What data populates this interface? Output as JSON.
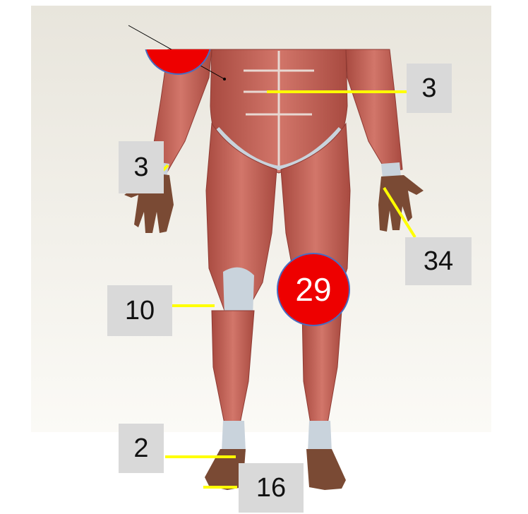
{
  "diagram": {
    "labels": {
      "abdomen": "3",
      "right_wrist": "3",
      "left_hand": "34",
      "knee": "10",
      "ankle": "2",
      "foot": "16"
    },
    "badges": {
      "thigh": "29",
      "shoulder": ""
    },
    "colors": {
      "background_top": "#e8e5dc",
      "background_bottom": "#fbfaf6",
      "label_box": "#d9d9d9",
      "leader_line": "#ffff00",
      "badge_fill": "#ee0000",
      "badge_border": "#4a6cc0",
      "muscle": "#c8655a",
      "muscle_dark": "#9e3f38",
      "tendon": "#c9d3dc",
      "skin": "#7a4a34"
    }
  }
}
